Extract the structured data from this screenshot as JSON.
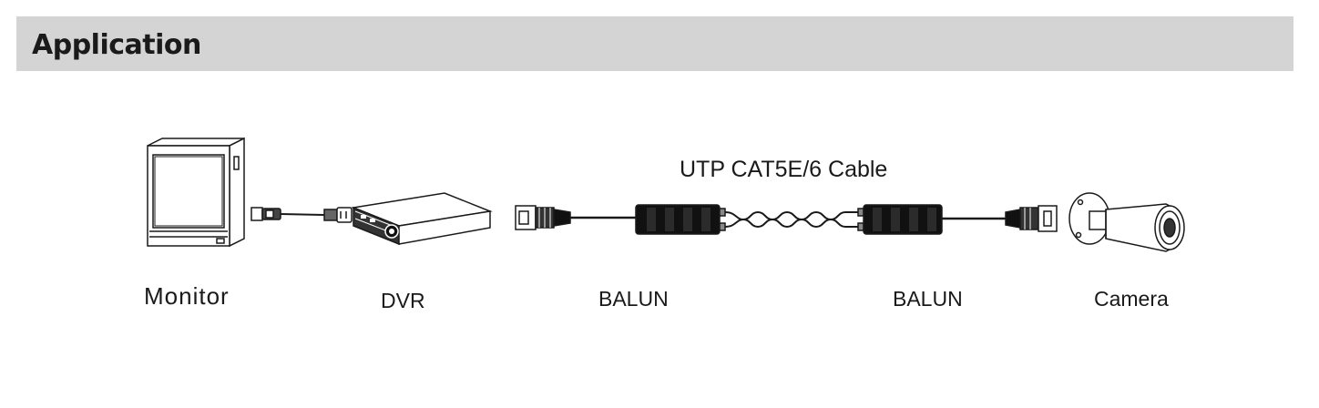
{
  "header": {
    "title": "Application"
  },
  "diagram": {
    "cable_label": "UTP CAT5E/6 Cable",
    "devices": {
      "monitor": "Monitor",
      "dvr": "DVR",
      "balun_left": "BALUN",
      "balun_right": "BALUN",
      "camera": "Camera"
    }
  }
}
